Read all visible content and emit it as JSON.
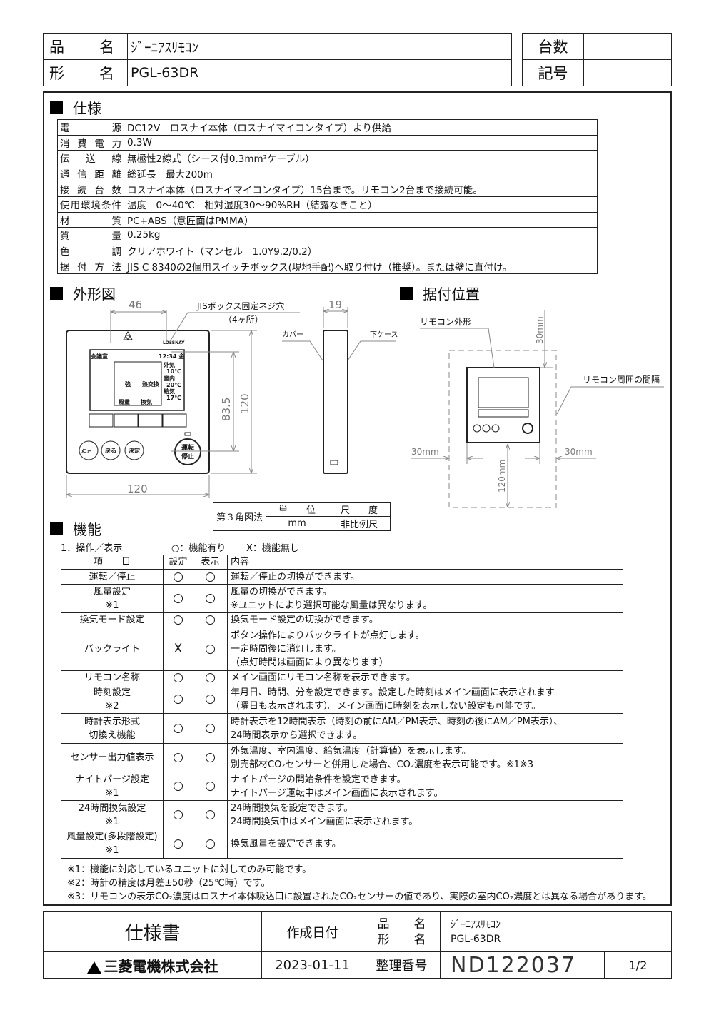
{
  "header": {
    "product_label": "品　名",
    "product_value": "ｼﾞｰﾆｱｽﾘﾓｺﾝ",
    "model_label": "形　名",
    "model_value": "PGL-63DR",
    "qty_label": "台数",
    "qty_value": "",
    "symbol_label": "記号",
    "symbol_value": ""
  },
  "spec": {
    "heading": "仕様",
    "rows": [
      {
        "label": "電源",
        "value": "DC12V　ロスナイ本体（ロスナイマイコンタイプ）より供給"
      },
      {
        "label": "消費電力",
        "value": "0.3W"
      },
      {
        "label": "伝送線",
        "value": "無極性2線式（シース付0.3mm²ケーブル）"
      },
      {
        "label": "通信距離",
        "value": "総延長　最大200m"
      },
      {
        "label": "接続台数",
        "value": "ロスナイ本体（ロスナイマイコンタイプ）15台まで。リモコン2台まで接続可能。"
      },
      {
        "label": "使用環境条件",
        "value": "温度　0～40℃　相対湿度30～90%RH（結露なきこと）"
      },
      {
        "label": "材質",
        "value": "PC+ABS（意匠面はPMMA）"
      },
      {
        "label": "質量",
        "value": "0.25kg"
      },
      {
        "label": "色調",
        "value": "クリアホワイト（マンセル　1.0Y9.2/0.2）"
      },
      {
        "label": "据付方法",
        "value": "JIS C 8340の2個用スイッチボックス(現地手配)へ取り付け（推奨）。または壁に直付け。"
      }
    ]
  },
  "outline": {
    "heading": "外形図",
    "dim_46": "46",
    "dim_19": "19",
    "dim_120_w": "120",
    "dim_120_h": "120",
    "dim_83_5": "83.5",
    "screw_label": "JISボックス固定ネジ穴",
    "screw_count": "（4ヶ所）",
    "cover_label": "カバー",
    "case_label": "下ケース",
    "screen": {
      "room": "会議室",
      "time": "12:34 金",
      "out_label": "外気",
      "out_val": "10℃",
      "in_label": "室内",
      "in_val": "20℃",
      "sup_label": "給気",
      "sup_val": "17℃",
      "fan_label": "強",
      "mode_label": "熱交換",
      "btn1": "風量",
      "btn2": "換気"
    },
    "buttons": {
      "menu": "ﾒﾆｭｰ",
      "back": "戻る",
      "ok": "決定",
      "run1": "運転",
      "run2": "停止"
    },
    "brand": "LOSSNAY"
  },
  "install": {
    "heading": "据付位置",
    "outline_label": "リモコン外形",
    "clearance_label": "リモコン周囲の間隔",
    "top": "30mm",
    "left": "30mm",
    "right": "30mm",
    "bottom": "120mm"
  },
  "scale_box": {
    "method": "第３角図法",
    "unit_label": "単　　位",
    "unit_value": "mm",
    "scale_label": "尺　　度",
    "scale_value": "非比例尺"
  },
  "functions": {
    "heading": "機能",
    "subtitle": "1．操作／表示",
    "legend_yes": "○：機能有り",
    "legend_no": "X：機能無し",
    "columns": [
      "項　　目",
      "設定",
      "表示",
      "内容"
    ],
    "rows": [
      {
        "item": [
          "運転／停止"
        ],
        "set": "○",
        "disp": "○",
        "desc": [
          "運転／停止の切換ができます。"
        ]
      },
      {
        "item": [
          "風量設定",
          "※1"
        ],
        "set": "○",
        "disp": "○",
        "desc": [
          "風量の切換ができます。",
          "※ユニットにより選択可能な風量は異なります。"
        ]
      },
      {
        "item": [
          "換気モード設定"
        ],
        "set": "○",
        "disp": "○",
        "desc": [
          "換気モード設定の切換ができます。"
        ]
      },
      {
        "item": [
          "バックライト"
        ],
        "set": "X",
        "disp": "○",
        "desc": [
          "ボタン操作によりバックライトが点灯します。",
          "一定時間後に消灯します。",
          "（点灯時間は画面により異なります）"
        ]
      },
      {
        "item": [
          "リモコン名称"
        ],
        "set": "○",
        "disp": "○",
        "desc": [
          "メイン画面にリモコン名称を表示できます。"
        ]
      },
      {
        "item": [
          "時刻設定",
          "※2"
        ],
        "set": "○",
        "disp": "○",
        "desc": [
          "年月日、時間、分を設定できます。設定した時刻はメイン画面に表示されます",
          "（曜日も表示されます）。メイン画面に時刻を表示しない設定も可能です。"
        ]
      },
      {
        "item": [
          "時計表示形式",
          "切換え機能"
        ],
        "set": "○",
        "disp": "○",
        "desc": [
          "時計表示を12時間表示（時刻の前にAM／PM表示、時刻の後にAM／PM表示）、",
          "24時間表示から選択できます。"
        ]
      },
      {
        "item": [
          "センサー出力値表示"
        ],
        "set": "○",
        "disp": "○",
        "desc": [
          "外気温度、室内温度、給気温度（計算値）を表示します。",
          "別売部材CO₂センサーと併用した場合、CO₂濃度を表示可能です。※1※3"
        ]
      },
      {
        "item": [
          "ナイトパージ設定",
          "※1"
        ],
        "set": "○",
        "disp": "○",
        "desc": [
          "ナイトパージの開始条件を設定できます。",
          "ナイトパージ運転中はメイン画面に表示されます。"
        ]
      },
      {
        "item": [
          "24時間換気設定",
          "※1"
        ],
        "set": "○",
        "disp": "○",
        "desc": [
          "24時間換気を設定できます。",
          "24時間換気中はメイン画面に表示されます。"
        ]
      },
      {
        "item": [
          "風量設定(多段階設定)",
          "※1"
        ],
        "set": "○",
        "disp": "○",
        "desc": [
          "換気風量を設定できます。"
        ]
      }
    ],
    "notes": [
      "※1：機能に対応しているユニットに対してのみ可能です。",
      "※2：時計の精度は月差±50秒（25℃時）です。",
      "※3：リモコンの表示CO₂濃度はロスナイ本体吸込口に設置されたCO₂センサーの値であり、実際の室内CO₂濃度とは異なる場合があります。"
    ]
  },
  "footer": {
    "doc_type": "仕様書",
    "company": "三菱電機株式会社",
    "date_label": "作成日付",
    "date": "2023-01-11",
    "product_label": "品　　名",
    "model_label": "形　　名",
    "product_value": "ｼﾞｰﾆｱｽﾘﾓｺﾝ",
    "model_value": "PGL-63DR",
    "number_label": "整理番号",
    "number": "ND122037",
    "page": "1/2"
  }
}
